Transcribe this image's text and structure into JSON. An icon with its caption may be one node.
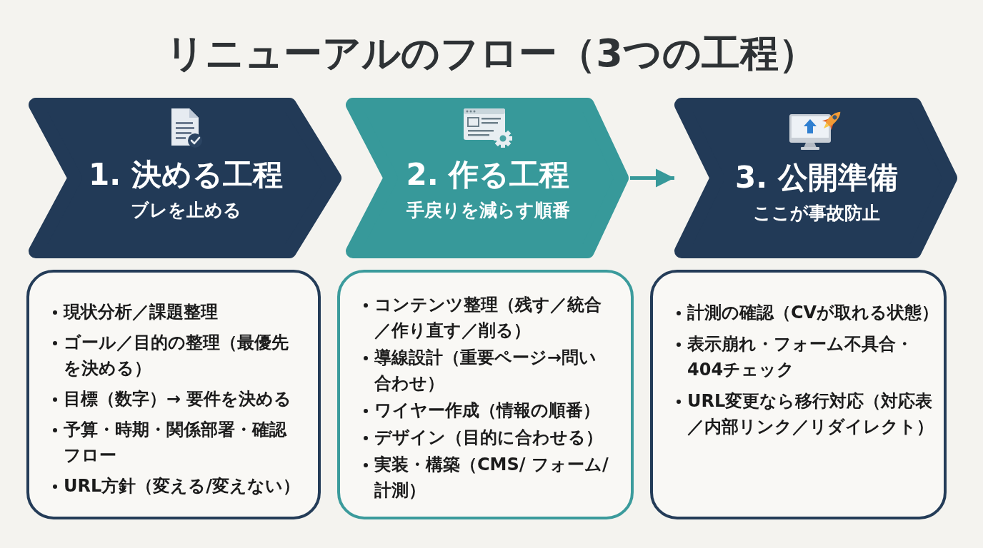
{
  "diagram": {
    "title": "リニューアルのフロー（3つの工程）",
    "nodes": [
      {
        "text": [
          "1. 決める工程",
          "ブレを止める"
        ]
      },
      {
        "text": [
          "2. 作る工程",
          "手戻りを減らす順番"
        ]
      },
      {
        "text": [
          "3. 公開準備",
          "ここが事故防止"
        ]
      },
      {
        "text": [
          "現状分析／課題整理",
          "ゴール／目的の整理（最優先を決める）",
          "目標（数字）→ 要件を決める",
          "予算・時期・関係部署・確認フロー",
          "URL方針（変える/変えない）"
        ]
      },
      {
        "text": [
          "コンテンツ整理（残す／統合／作り直す／削る）",
          "導線設計（重要ページ→問い合わせ）",
          "ワイヤー作成（情報の順番）",
          "デザイン（目的に合わせる）",
          "実装・構築（CMS/ フォーム/計測）"
        ]
      },
      {
        "text": [
          "計測の確認（CVが取れる状態）",
          "表示崩れ・フォーム不具合・404チェック",
          "URL変更なら移行対応（対応表／内部リンク／リダイレクト）"
        ]
      }
    ],
    "edges": [
      {
        "from": 1,
        "to": 2,
        "arrow": "to"
      }
    ]
  }
}
